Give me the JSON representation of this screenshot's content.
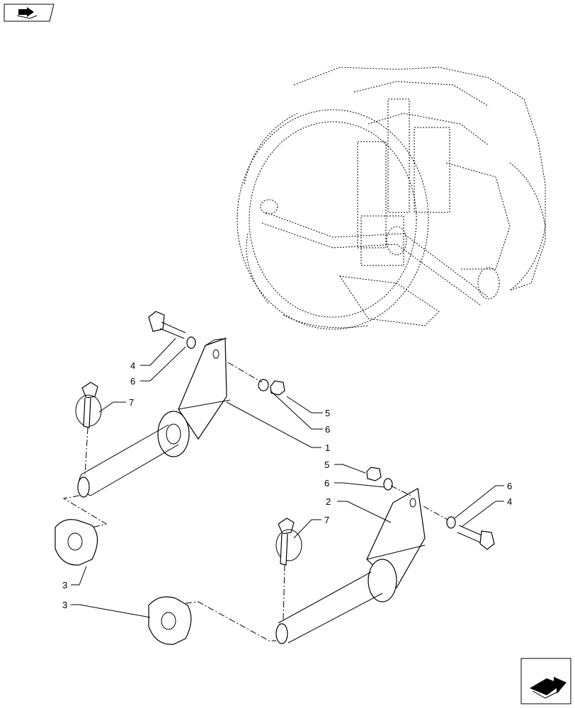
{
  "callouts": [
    {
      "id": "c4a",
      "text": "4"
    },
    {
      "id": "c6a",
      "text": "6"
    },
    {
      "id": "c7a",
      "text": "7"
    },
    {
      "id": "c5a",
      "text": "5"
    },
    {
      "id": "c6b",
      "text": "6"
    },
    {
      "id": "c1",
      "text": "1"
    },
    {
      "id": "c5b",
      "text": "5"
    },
    {
      "id": "c6c",
      "text": "6"
    },
    {
      "id": "c2",
      "text": "2"
    },
    {
      "id": "c6d",
      "text": "6"
    },
    {
      "id": "c4b",
      "text": "4"
    },
    {
      "id": "c7b",
      "text": "7"
    },
    {
      "id": "c3a",
      "text": "3"
    },
    {
      "id": "c3b",
      "text": "3"
    }
  ],
  "icons": {
    "top_left": "book-arrow-icon",
    "bottom_right": "next-page-arrow-icon"
  }
}
